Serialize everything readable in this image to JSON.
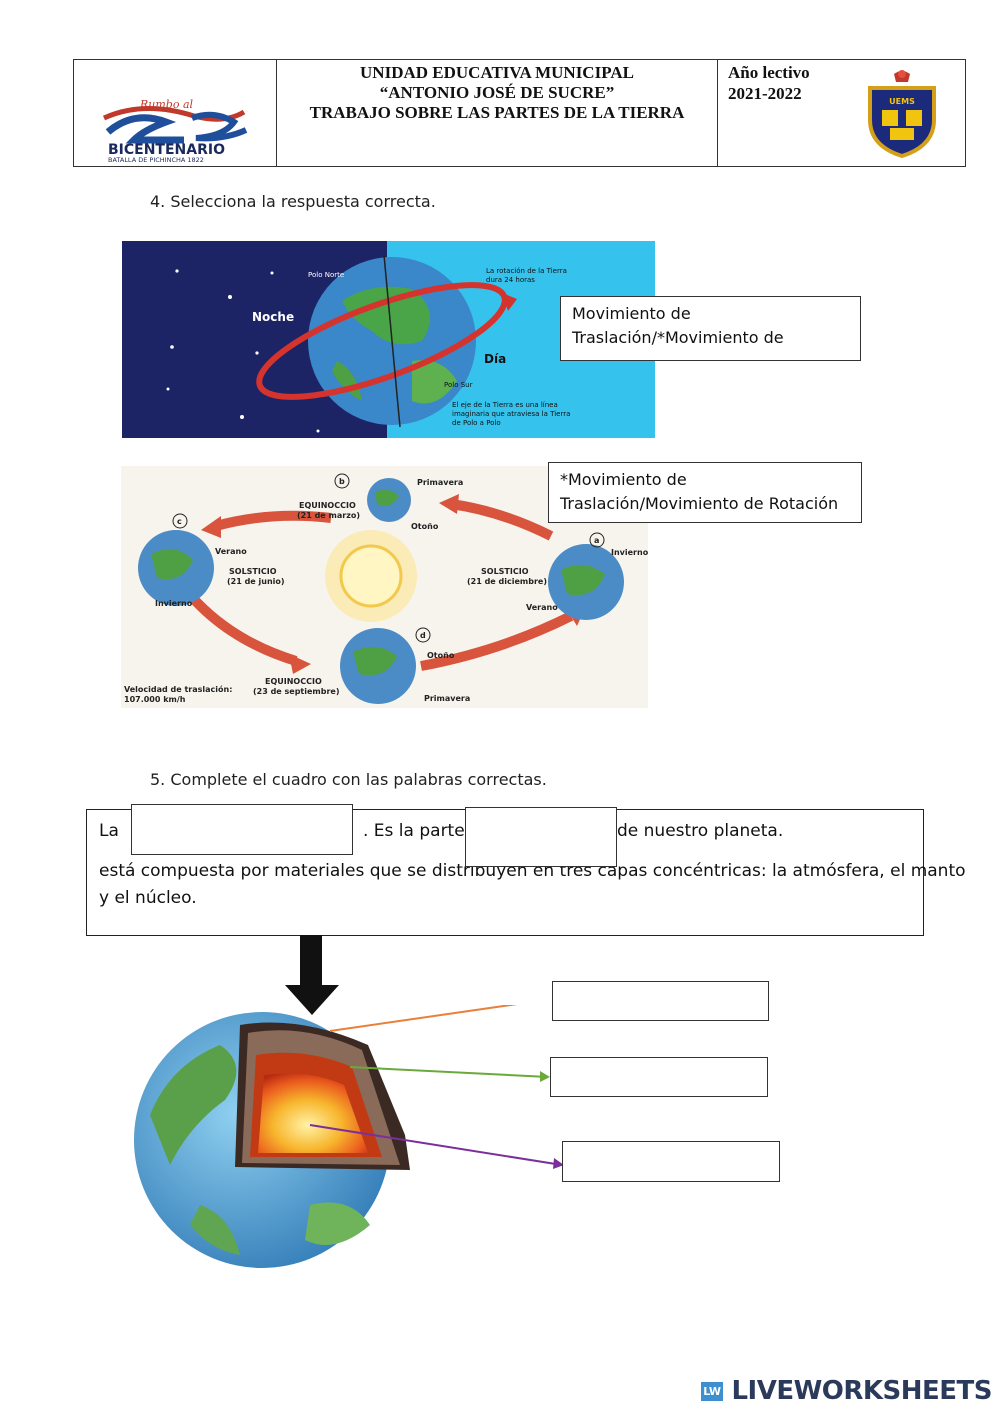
{
  "header": {
    "logo_script": "Rumbo al",
    "logo_word": "BICENTENARIO",
    "logo_sub": "BATALLA DE PICHINCHA 1822",
    "title_lines": [
      "UNIDAD EDUCATIVA MUNICIPAL",
      "“ANTONIO JOSÉ DE SUCRE”",
      "TRABAJO SOBRE LAS PARTES DE LA TIERRA"
    ],
    "year_label": "Año lectivo",
    "year_value": "2021-2022",
    "crest_text": "UEMS"
  },
  "q4": {
    "prompt": "4.   Selecciona la respuesta correcta.",
    "image1": {
      "night": "Noche",
      "day": "Día",
      "north": "Polo Norte",
      "south": "Polo Sur",
      "rotation_note_1": "La rotación de la Tierra",
      "rotation_note_2": "dura 24 horas",
      "axis_note_1": "El eje de la Tierra es una línea",
      "axis_note_2": "imaginaria que atraviesa la Tierra",
      "axis_note_3": "de Polo a Polo"
    },
    "answer1_line1": "Movimiento de",
    "answer1_line2": "Traslación/*Movimiento de",
    "image2": {
      "b": "b",
      "c": "c",
      "a": "a",
      "d": "d",
      "primavera": "Primavera",
      "equinoccio_top": "EQUINOCCIO",
      "equinoccio_top_date": "(21 de marzo)",
      "otono_top": "Otoño",
      "verano_left": "Verano",
      "solsticio_left": "SOLSTICIO",
      "solsticio_left_date": "(21 de junio)",
      "invierno_left": "Invierno",
      "invierno_right": "Invierno",
      "solsticio_right": "SOLSTICIO",
      "solsticio_right_date": "(21 de diciembre)",
      "verano_right": "Verano",
      "otono_bottom": "Otoño",
      "equinoccio_bottom": "EQUINOCCIO",
      "equinoccio_bottom_date": "(23 de septiembre)",
      "primavera_bottom": "Primavera",
      "speed_label": "Velocidad de traslación:",
      "speed_value": "107.000 km/h"
    },
    "answer2_line1": "*Movimiento de",
    "answer2_line2": "Traslación/Movimiento de Rotación"
  },
  "q5": {
    "prompt": "5.   Complete el cuadro con las palabras correctas.",
    "text_la": "La",
    "text_es_la_parte": ". Es la parte",
    "text_planeta": "de nuestro planeta.",
    "text_line2": "está compuesta por materiales que se distribuyen en tres capas concéntricas: la atmósfera, el manto",
    "text_line3": "y el núcleo."
  },
  "footer": {
    "brand_icon": "LW",
    "brand": "LIVEWORKSHEETS"
  },
  "colors": {
    "night": "#1d2466",
    "day": "#35c3ee",
    "orbit": "#d5332d",
    "arrow_orange": "#e8803a",
    "arrow_green": "#6aaa3a",
    "arrow_purple": "#7b2f9a"
  }
}
